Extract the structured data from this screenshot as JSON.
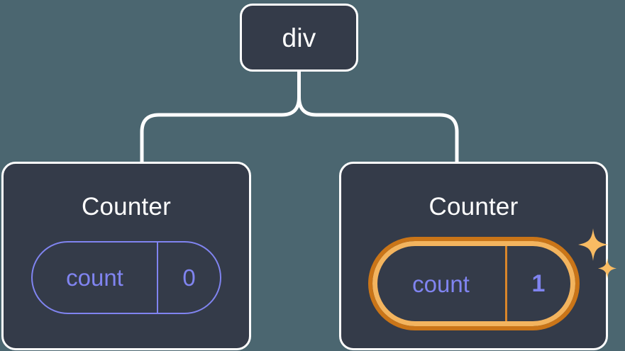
{
  "diagram": {
    "type": "component-tree",
    "background_color": "#4b6670",
    "node_fill_color": "#343b49",
    "node_border_color": "#ffffff",
    "edge_color": "#ffffff",
    "state_color": "#8084f0",
    "highlight_outer_color": "#ca7518",
    "highlight_inner_color": "#f3b45e",
    "sparkle_color": "#f8bb63"
  },
  "root": {
    "label": "div"
  },
  "children": [
    {
      "label": "Counter",
      "state": {
        "key": "count",
        "value": "0",
        "highlighted": false
      }
    },
    {
      "label": "Counter",
      "state": {
        "key": "count",
        "value": "1",
        "highlighted": true
      }
    }
  ]
}
